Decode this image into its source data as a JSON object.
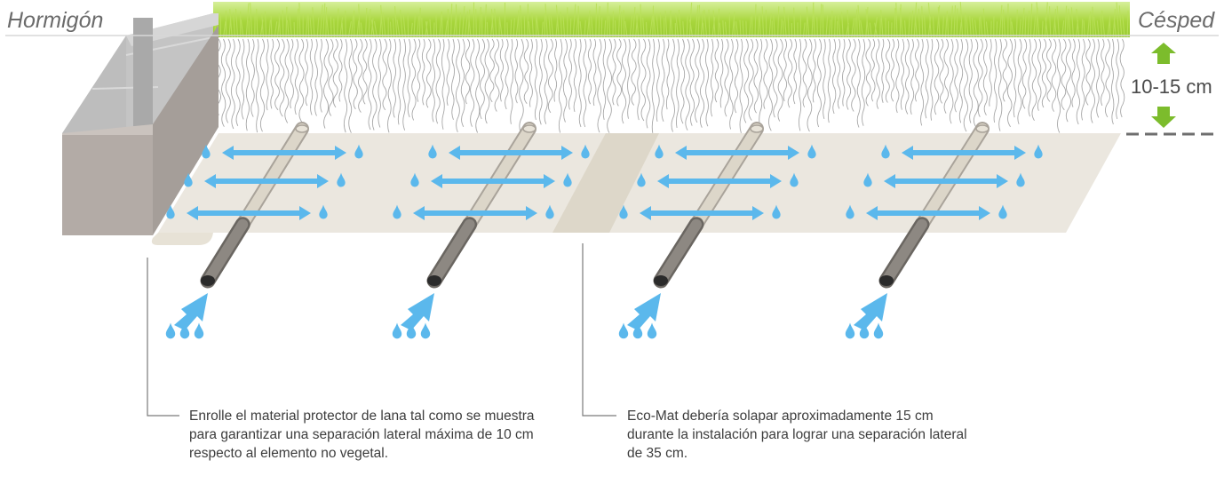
{
  "labels": {
    "left_material": "Hormigón",
    "right_material": "Césped",
    "depth_range": "10-15 cm"
  },
  "notes": {
    "note_1": "Enrolle el material protector de lana tal como se muestra para garantizar una separación lateral máxima de 10 cm respecto al elemento no vegetal.",
    "note_2": "Eco-Mat debería solapar aproximadamente 15 cm durante la instalación para lograr una separación lateral de 35 cm."
  },
  "colors": {
    "grass": "#a6d638",
    "water": "#5bb8ec",
    "arrow_green": "#7cbc2c",
    "mat": "#ebe7df",
    "mat_overlap": "#ddd7c9",
    "concrete_front": "#b3aba6",
    "concrete_top": "#c9c9c9",
    "pipe": "#8a8680",
    "roots": "#8a8a8a",
    "leader": "#7a7a7a",
    "dashed_line": "#6e6e6e"
  },
  "icons": [
    "water-drop-icon",
    "double-arrow-icon",
    "up-arrow-icon",
    "down-arrow-icon"
  ]
}
